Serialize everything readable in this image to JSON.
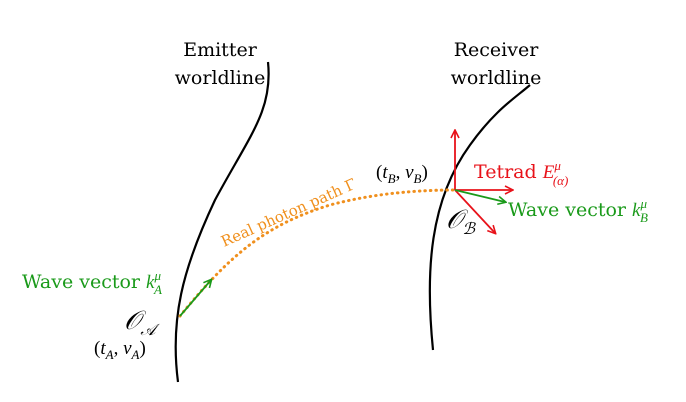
{
  "emitter": {
    "title_line1": "Emitter",
    "title_line2": "worldline",
    "observer": "𝒪",
    "observer_sub": "𝒜",
    "event_label": "(t_A, ν_A)",
    "event_open": "(",
    "event_t": "t",
    "event_t_sub": "A",
    "event_comma": ", ",
    "event_nu": "ν",
    "event_nu_sub": "A",
    "event_close": ")",
    "wave_label_text": "Wave vector ",
    "wave_k": "k",
    "wave_k_sup": "μ",
    "wave_k_sub": "A"
  },
  "receiver": {
    "title_line1": "Receiver",
    "title_line2": "worldline",
    "observer": "𝒪",
    "observer_sub": "ℬ",
    "event_open": "(",
    "event_t": "t",
    "event_t_sub": "B",
    "event_comma": ", ",
    "event_nu": "ν",
    "event_nu_sub": "B",
    "event_close": ")",
    "tetrad_text": "Tetrad ",
    "tetrad_E": "E",
    "tetrad_sup": "μ",
    "tetrad_sub": "(α)",
    "wave_label_text": "Wave vector ",
    "wave_k": "k",
    "wave_k_sup": "μ",
    "wave_k_sub": "B"
  },
  "photon_path": {
    "label_text": "Real photon path Γ"
  },
  "colors": {
    "worldline": "#000000",
    "wave_vector": "#1a9a1a",
    "tetrad": "#e8121a",
    "photon_path": "#f0901e"
  }
}
